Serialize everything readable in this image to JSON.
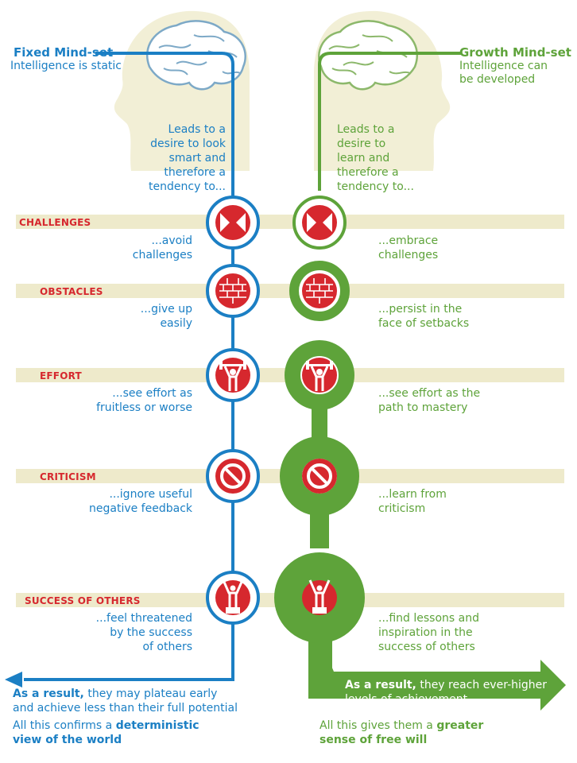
{
  "colors": {
    "fixed": "#1b7fc4",
    "growth": "#5ea33a",
    "accent": "#d6282e",
    "band": "#eeeacb"
  },
  "fixed": {
    "title": "Fixed Mind-set",
    "subtitle": "Intelligence is static",
    "intro": [
      "Leads to a",
      "desire to look",
      "smart and",
      "therefore a",
      "tendency to..."
    ],
    "responses": [
      [
        "...avoid",
        "challenges"
      ],
      [
        "...give up",
        "easily"
      ],
      [
        "...see effort as",
        "fruitless or worse"
      ],
      [
        "...ignore useful",
        "negative feedback"
      ],
      [
        "...feel threatened",
        "by the success",
        "of others"
      ]
    ],
    "result_bold": "As a result,",
    "result_rest1": " they may plateau early",
    "result_line2": "and achieve less than their full potential",
    "confirm_pre": "All this confirms a ",
    "confirm_bold1": "deterministic",
    "confirm_bold2": "view of the world"
  },
  "growth": {
    "title": "Growth Mind-set",
    "subtitle": [
      "Intelligence can",
      "be developed"
    ],
    "intro": [
      "Leads to a",
      "desire to",
      "learn and",
      "therefore a",
      "tendency to..."
    ],
    "responses": [
      [
        "...embrace",
        "challenges"
      ],
      [
        "...persist in the",
        "face of setbacks"
      ],
      [
        "...see effort as the",
        "path to mastery"
      ],
      [
        "...learn from",
        "criticism"
      ],
      [
        "...find lessons and",
        "inspiration in the",
        "success of others"
      ]
    ],
    "result_bold": "As a result,",
    "result_rest1": " they reach ever-higher",
    "result_line2": "levels of achievement",
    "confirm_pre": "All this gives them a ",
    "confirm_bold1": "greater",
    "confirm_bold2": "sense of free will"
  },
  "categories": [
    "CHALLENGES",
    "OBSTACLES",
    "EFFORT",
    "CRITICISM",
    "SUCCESS OF OTHERS"
  ],
  "icons": [
    "arrows-inward-icon",
    "brick-wall-icon",
    "weightlifter-icon",
    "prohibition-icon",
    "cheering-person-icon"
  ]
}
